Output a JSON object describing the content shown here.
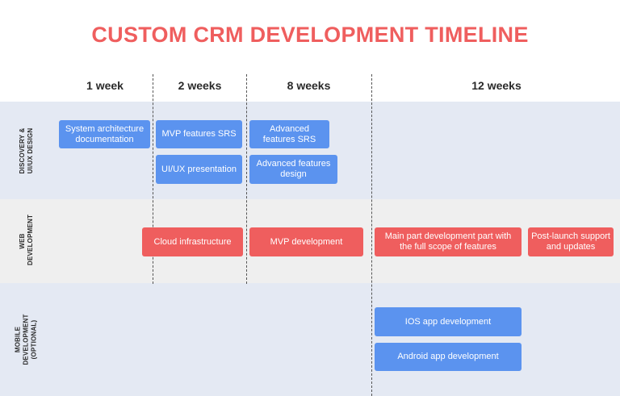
{
  "title": "CUSTOM CRM DEVELOPMENT TIMELINE",
  "columns": [
    "1 week",
    "2 weeks",
    "8 weeks",
    "12 weeks"
  ],
  "rows": {
    "discovery": "DISCOVERY & UI/UX DESIGN",
    "web": "WEB DEVELOPMENT",
    "mobile": "MOBILE DEVELOPMENT (OPTIONAL)"
  },
  "tasks": {
    "system_architecture": "System architecture documentation",
    "mvp_srs": "MVP features SRS",
    "uiux_presentation": "UI/UX presentation",
    "advanced_srs": "Advanced features SRS",
    "advanced_design": "Advanced features design",
    "cloud_infrastructure": "Cloud infrastructure",
    "mvp_development": "MVP development",
    "main_part_development": "Main part development part with the full scope of features",
    "post_launch": "Post-launch support and updates",
    "ios_app": "IOS app development",
    "android_app": "Android app development"
  },
  "colors": {
    "title": "#ef5e5e",
    "discovery_task": "#5b93ef",
    "web_task": "#ef5e5e",
    "mobile_task": "#5b93ef",
    "band_blue": "#e4e9f3",
    "band_gray": "#efefef"
  }
}
